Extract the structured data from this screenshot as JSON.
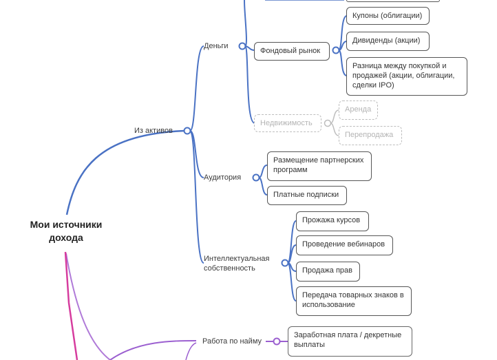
{
  "root": {
    "line1": "Мои источники",
    "line2": "дохода"
  },
  "branch_assets": {
    "label": "Из активов",
    "money": {
      "label": "Деньги",
      "stock_market": {
        "label": "Фондовый рынок",
        "coupons": "Купоны (облигации)",
        "dividends": "Дивиденды (акции)",
        "difference": "Разница между покупкой и продажей (акции, облигации, сделки IPO)"
      },
      "real_estate": {
        "label": "Недвижимость",
        "rent": "Аренда",
        "resale": "Перепродажа"
      }
    },
    "audience": {
      "label": "Аудитория",
      "partner": "Размещение партнерских программ",
      "subscriptions": "Платные подписки"
    },
    "ip": {
      "label": "Интеллектуальная собственность",
      "courses": "Прожажа курсов",
      "webinars": "Проведение вебинаров",
      "rights": "Продажа прав",
      "trademarks": "Передача товарных знаков в использование"
    }
  },
  "branch_employment": {
    "label": "Работа по найму",
    "salary": "Заработная плата / декретные выплаты"
  },
  "colors": {
    "blue_branch": "#4a72c4",
    "purple_branch": "#9b5fd0",
    "magenta_branch": "#d63c9e",
    "faded": "#bdbdbd"
  }
}
